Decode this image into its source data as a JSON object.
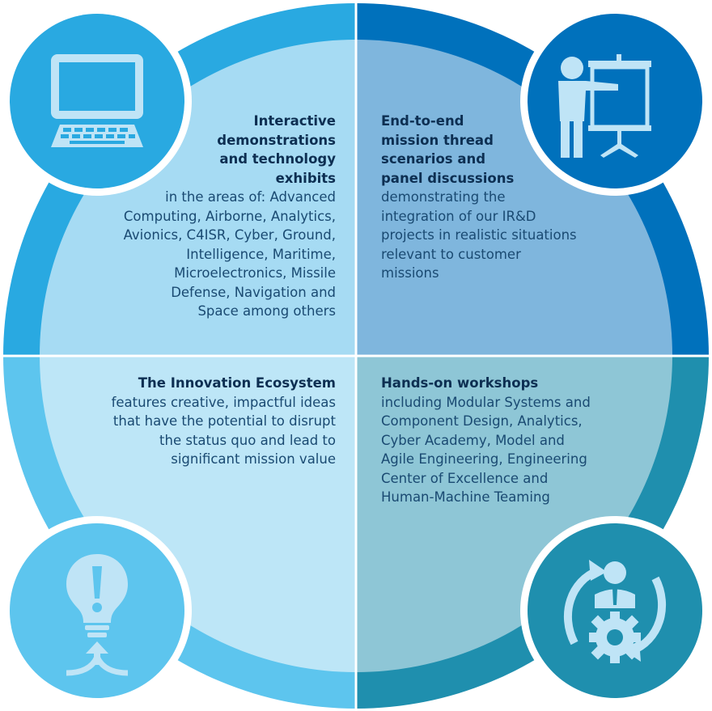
{
  "quadrants": {
    "top_left": {
      "title_lines": [
        "Interactive",
        "demonstrations",
        "and technology",
        "exhibits"
      ],
      "body_lines": [
        "in the areas of: Advanced",
        "Computing, Airborne, Analytics,",
        "Avionics, C4ISR, Cyber, Ground,",
        "Intelligence, Maritime,",
        "Microelectronics, Missile",
        "Defense, Navigation and",
        "Space among others"
      ],
      "icon": "computer-monitor-icon"
    },
    "top_right": {
      "title_lines": [
        "End-to-end",
        "mission thread",
        "scenarios and",
        "panel discussions"
      ],
      "body_lines": [
        "demonstrating the",
        "integration of our IR&D",
        "projects in realistic situations",
        "relevant to customer",
        "missions"
      ],
      "icon": "presenter-board-icon"
    },
    "bottom_left": {
      "title_lines": [
        "The Innovation Ecosystem"
      ],
      "body_lines": [
        "features creative, impactful ideas",
        "that have the potential to disrupt",
        "the status quo and lead to",
        "significant mission value"
      ],
      "icon": "lightbulb-idea-icon"
    },
    "bottom_right": {
      "title_lines": [
        "Hands-on workshops"
      ],
      "body_lines": [
        "including Modular Systems and",
        "Component Design, Analytics,",
        "Cyber Academy, Model and",
        "Agile Engineering, Engineering",
        "Center of Excellence and",
        "Human-Machine Teaming"
      ],
      "icon": "person-gear-cycle-icon"
    }
  },
  "colors": {
    "tl_ring": "#29a9e1",
    "tr_ring": "#0071bc",
    "bl_ring": "#5dc5ee",
    "br_ring": "#1f8fae",
    "tl_fill": "#a6dbf3",
    "tr_fill": "#7fb6dd",
    "bl_fill": "#bde6f7",
    "br_fill": "#8ec6d6",
    "title_text": "#0d2f52",
    "body_text": "#1a4a72"
  }
}
